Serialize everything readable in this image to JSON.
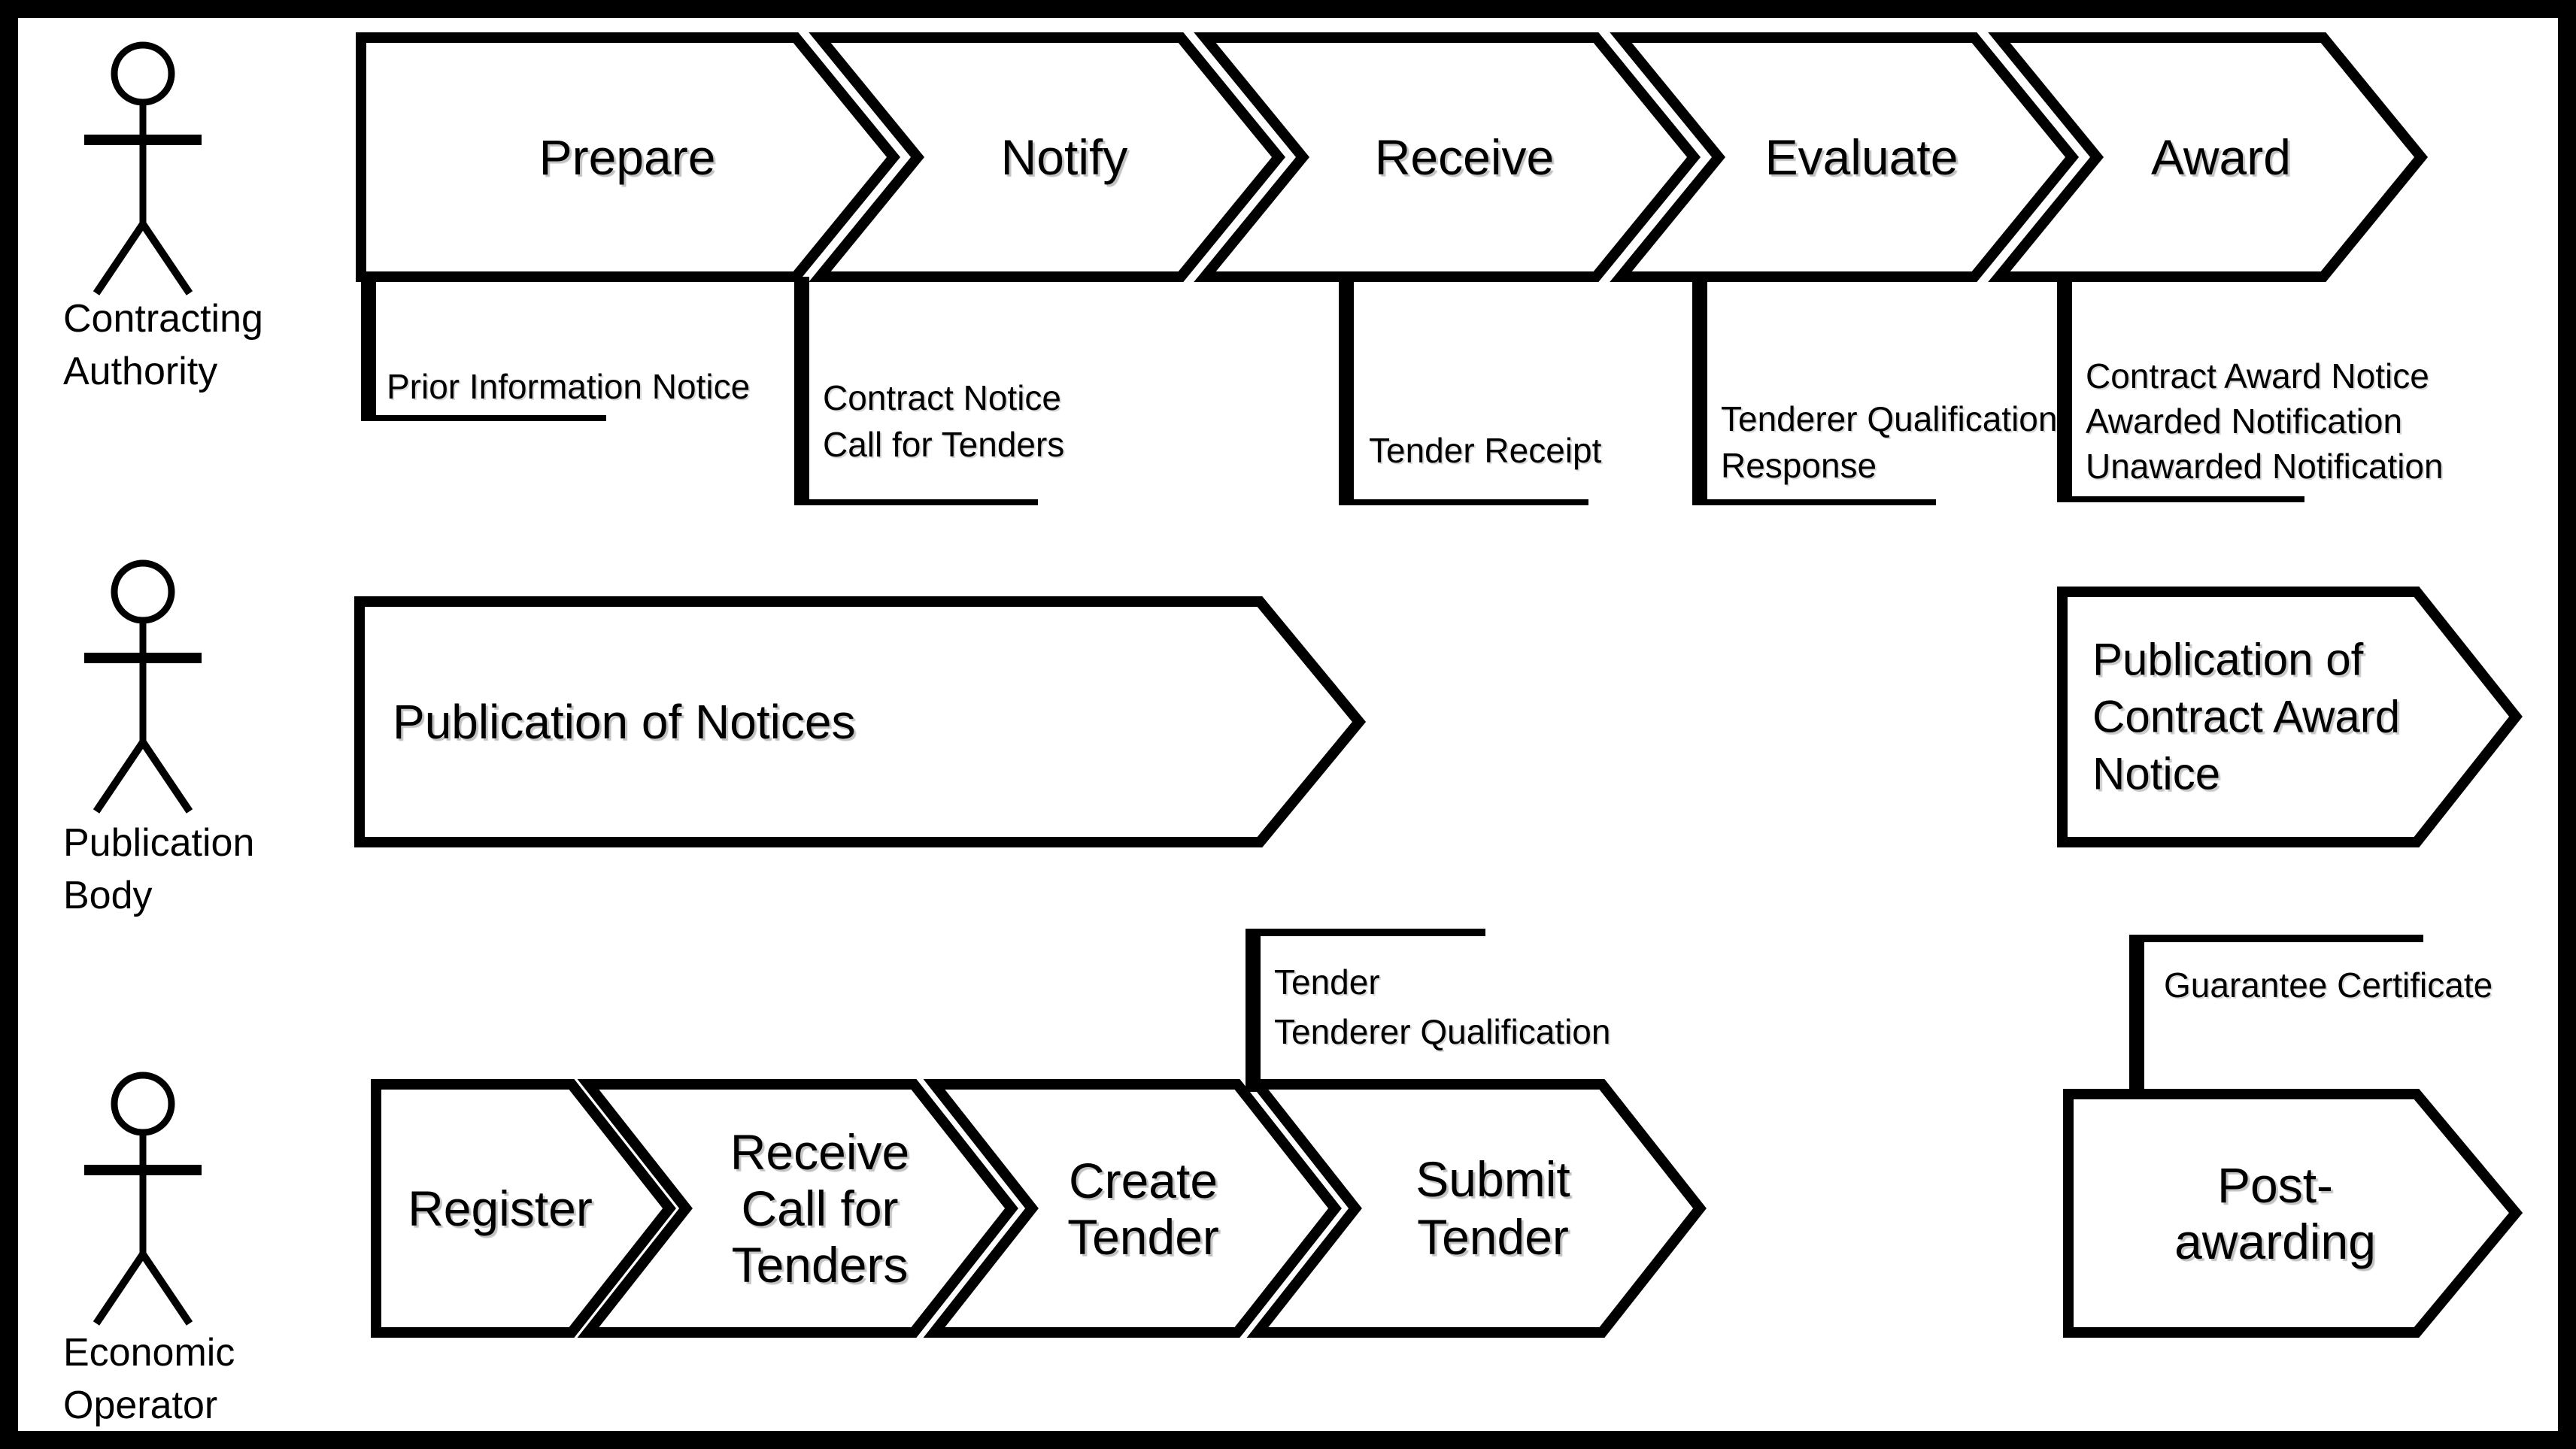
{
  "colors": {
    "ink": "#000000",
    "background": "#ffffff",
    "label_shadow": "#c2c2c2"
  },
  "lanes": {
    "contracting_authority": {
      "actor_label_lines": [
        "Contracting",
        "Authority"
      ],
      "phases": [
        "Prepare",
        "Notify",
        "Receive",
        "Evaluate",
        "Award"
      ],
      "documents": [
        {
          "lines": [
            "Prior Information Notice"
          ]
        },
        {
          "lines": [
            "Contract Notice",
            "Call for Tenders"
          ]
        },
        {
          "lines": [
            "Tender Receipt"
          ]
        },
        {
          "lines": [
            "Tenderer Qualification",
            "Response"
          ]
        },
        {
          "lines": [
            "Contract Award Notice",
            "Awarded Notification",
            "Unawarded Notification"
          ]
        }
      ]
    },
    "publication_body": {
      "actor_label_lines": [
        "Publication",
        "Body"
      ],
      "processes": [
        {
          "lines": [
            "Publication of Notices"
          ]
        },
        {
          "lines": [
            "Publication of",
            "Contract Award",
            "Notice"
          ]
        }
      ]
    },
    "economic_operator": {
      "actor_label_lines": [
        "Economic",
        "Operator"
      ],
      "phases": [
        {
          "lines": [
            "Register"
          ]
        },
        {
          "lines": [
            "Receive",
            "Call for",
            "Tenders"
          ]
        },
        {
          "lines": [
            "Create",
            "Tender"
          ]
        },
        {
          "lines": [
            "Submit",
            "Tender"
          ]
        },
        {
          "lines": [
            "Post-",
            "awarding"
          ]
        }
      ],
      "documents": [
        {
          "lines": [
            "Tender",
            "Tenderer Qualification"
          ]
        },
        {
          "lines": [
            "Guarantee Certificate"
          ]
        }
      ]
    }
  }
}
